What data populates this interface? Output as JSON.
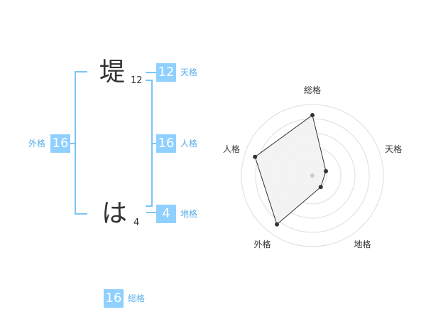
{
  "name": {
    "char1": "堤",
    "char1_strokes": "12",
    "char2": "は",
    "char2_strokes": "4"
  },
  "kakusu": {
    "tenkaku": {
      "label": "天格",
      "value": "12"
    },
    "jinkaku": {
      "label": "人格",
      "value": "16"
    },
    "chikaku": {
      "label": "地格",
      "value": "4"
    },
    "gaikaku": {
      "label": "外格",
      "value": "16"
    },
    "soukaku": {
      "label": "総格",
      "value": "16"
    }
  },
  "chart_data": {
    "type": "radar",
    "axes": [
      "総格",
      "天格",
      "地格",
      "外格",
      "人格"
    ],
    "values": [
      0.85,
      0.2,
      0.2,
      0.85,
      0.85
    ],
    "rings": 5,
    "colors": {
      "fill": "#f2f2f2",
      "stroke": "#333333",
      "grid": "#dddddd",
      "center": "#cccccc"
    }
  }
}
